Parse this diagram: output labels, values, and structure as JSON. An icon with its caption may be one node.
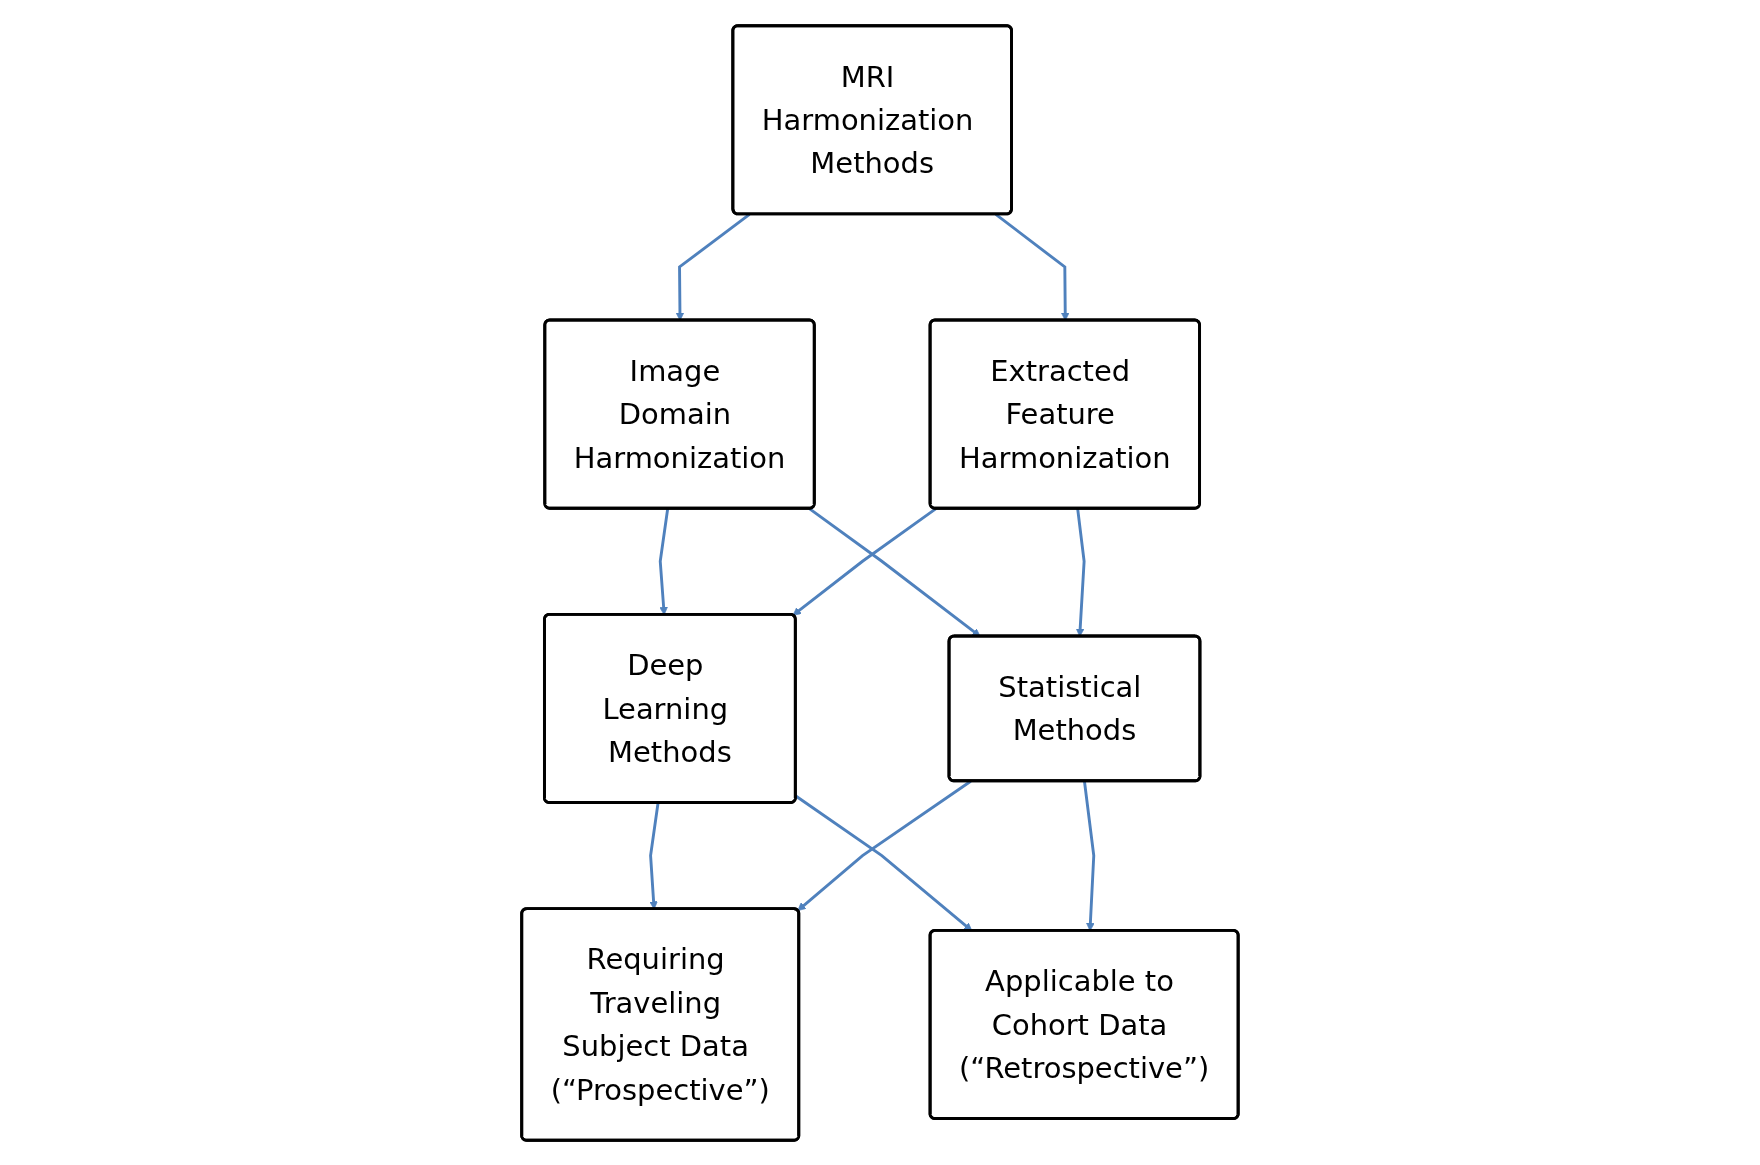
{
  "diagram": {
    "nodes": [
      {
        "text": [
          "MRI Harmonization Methods"
        ]
      },
      {
        "text": [
          "Image Domain Harmonization"
        ]
      },
      {
        "text": [
          "Extracted Feature Harmonization"
        ]
      },
      {
        "text": [
          "Deep Learning Methods"
        ]
      },
      {
        "text": [
          "Statistical Methods"
        ]
      },
      {
        "text": [
          "Requiring Traveling Subject Data (“Prospective”)"
        ]
      },
      {
        "text": [
          "Applicable to Cohort Data (“Retrospective”)"
        ]
      }
    ],
    "edges": [
      {
        "from": 0,
        "to": 1,
        "arrow": "to"
      },
      {
        "from": 0,
        "to": 2,
        "arrow": "to"
      },
      {
        "from": 1,
        "to": 3,
        "arrow": "to"
      },
      {
        "from": 1,
        "to": 4,
        "arrow": "to"
      },
      {
        "from": 2,
        "to": 3,
        "arrow": "to"
      },
      {
        "from": 2,
        "to": 4,
        "arrow": "to"
      },
      {
        "from": 3,
        "to": 5,
        "arrow": "to"
      },
      {
        "from": 3,
        "to": 6,
        "arrow": "to"
      },
      {
        "from": 4,
        "to": 5,
        "arrow": "to"
      },
      {
        "from": 4,
        "to": 6,
        "arrow": "to"
      }
    ]
  }
}
